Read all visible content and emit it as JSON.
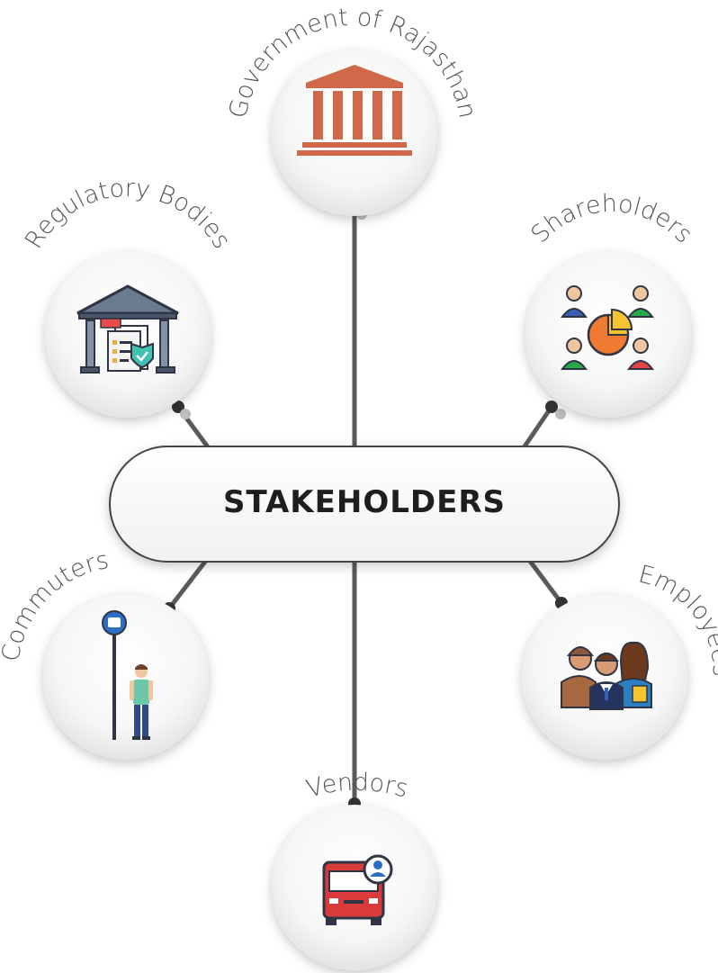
{
  "center": {
    "label": "STAKEHOLDERS"
  },
  "stakeholders": [
    {
      "id": "government",
      "label": "Government of Rajasthan",
      "icon": "government-building-icon"
    },
    {
      "id": "regulatory",
      "label": "Regulatory Bodies",
      "icon": "regulatory-compliance-icon"
    },
    {
      "id": "shareholders",
      "label": "Shareholders",
      "icon": "shareholders-pie-icon"
    },
    {
      "id": "commuters",
      "label": "Commuters",
      "icon": "bus-stop-commuter-icon"
    },
    {
      "id": "employees",
      "label": "Employees",
      "icon": "employees-group-icon"
    },
    {
      "id": "vendors",
      "label": "Vendors",
      "icon": "bus-vendor-icon"
    }
  ],
  "colors": {
    "connector": "#5a5a5a",
    "government_icon": "#d0684a",
    "circle_fill": "#f2f2f2",
    "pill_stroke": "#444444"
  }
}
